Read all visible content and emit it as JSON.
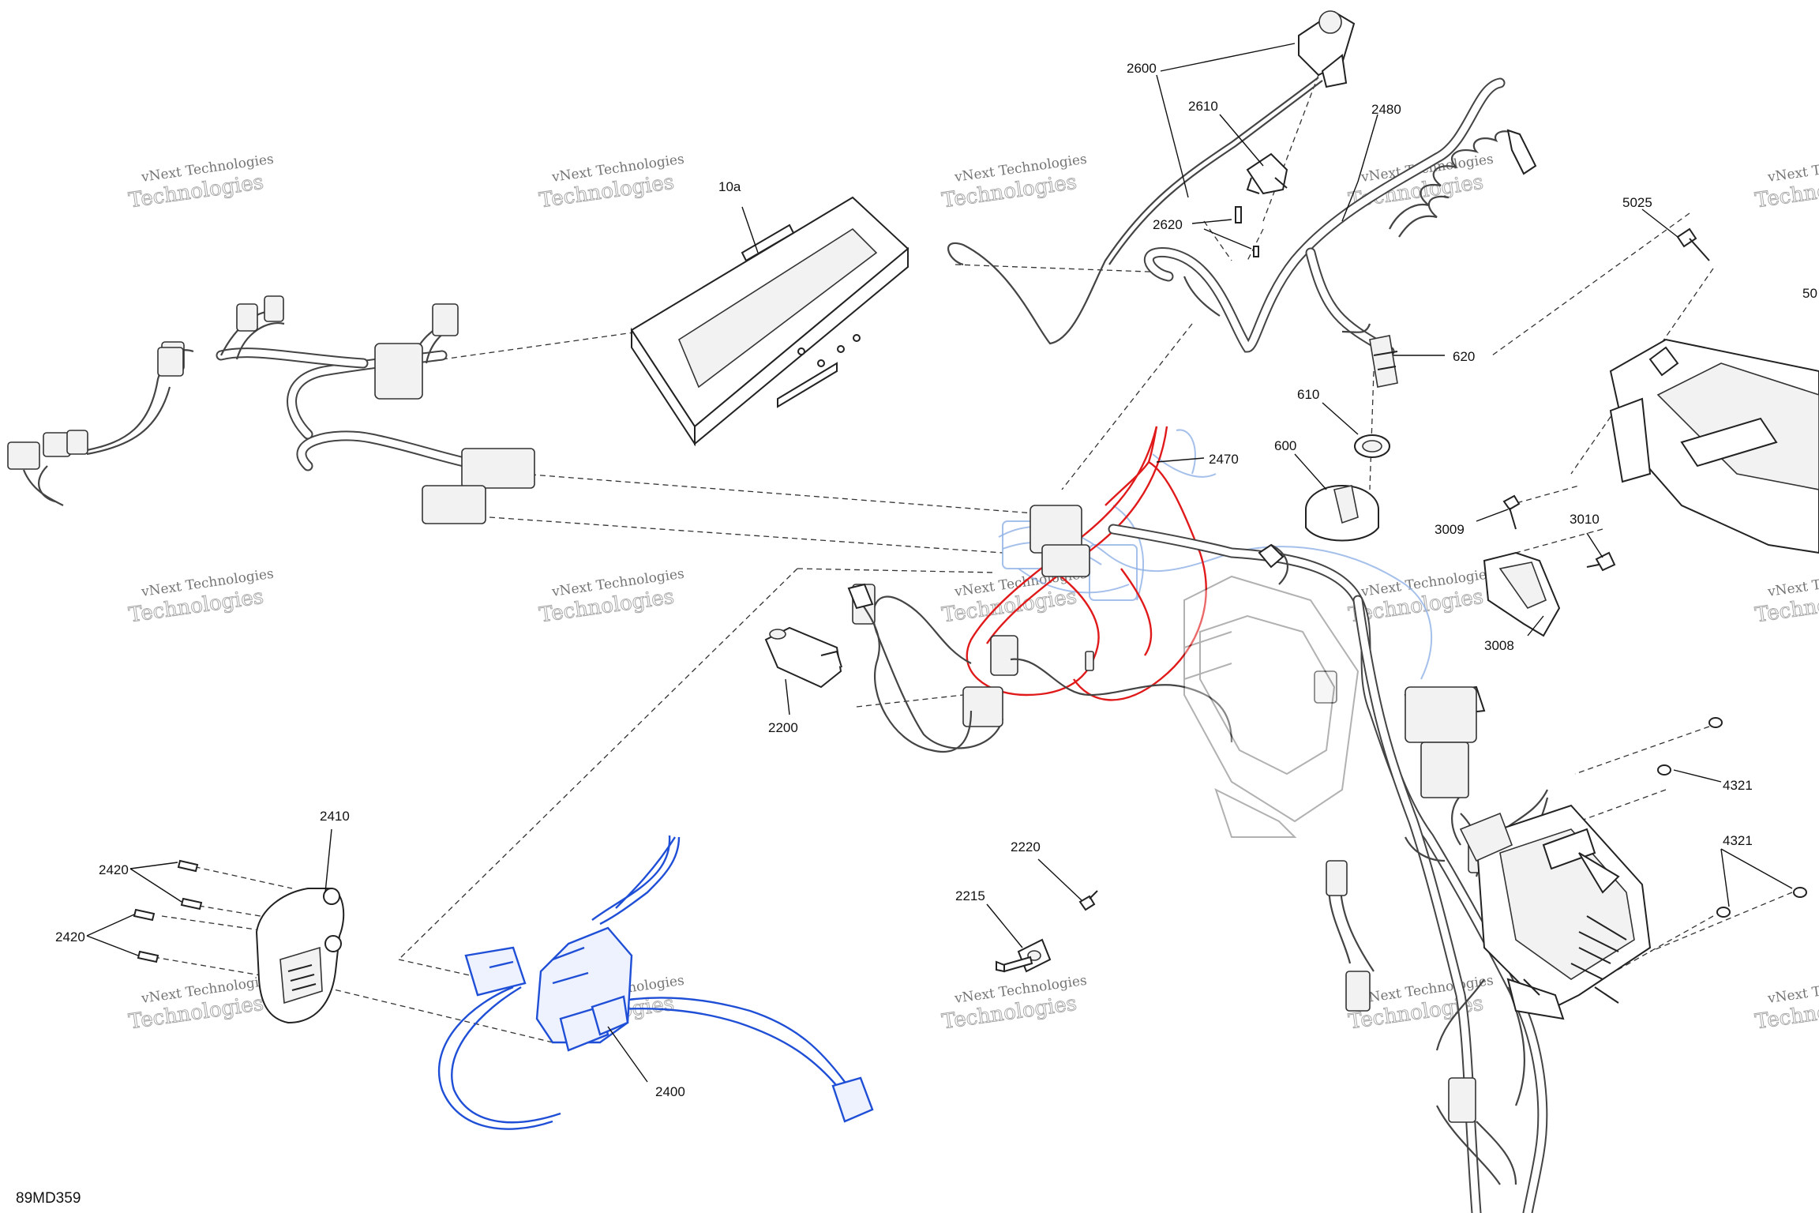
{
  "figure_code": "89MD359",
  "watermark": {
    "line1": "vNext Technologies",
    "line2": "Technologies",
    "tag": "vNext"
  },
  "labels": {
    "p10a": "10a",
    "p2600": "2600",
    "p2610": "2610",
    "p2620": "2620",
    "p2480": "2480",
    "p620": "620",
    "p610": "610",
    "p600": "600",
    "p2470": "2470",
    "p5025": "5025",
    "p50x": "50",
    "p3009": "3009",
    "p3010": "3010",
    "p3008": "3008",
    "p2200": "2200",
    "p4321a": "4321",
    "p4321b": "4321",
    "p2410": "2410",
    "p2420a": "2420",
    "p2420b": "2420",
    "p2220": "2220",
    "p2215": "2215",
    "p2400": "2400"
  }
}
